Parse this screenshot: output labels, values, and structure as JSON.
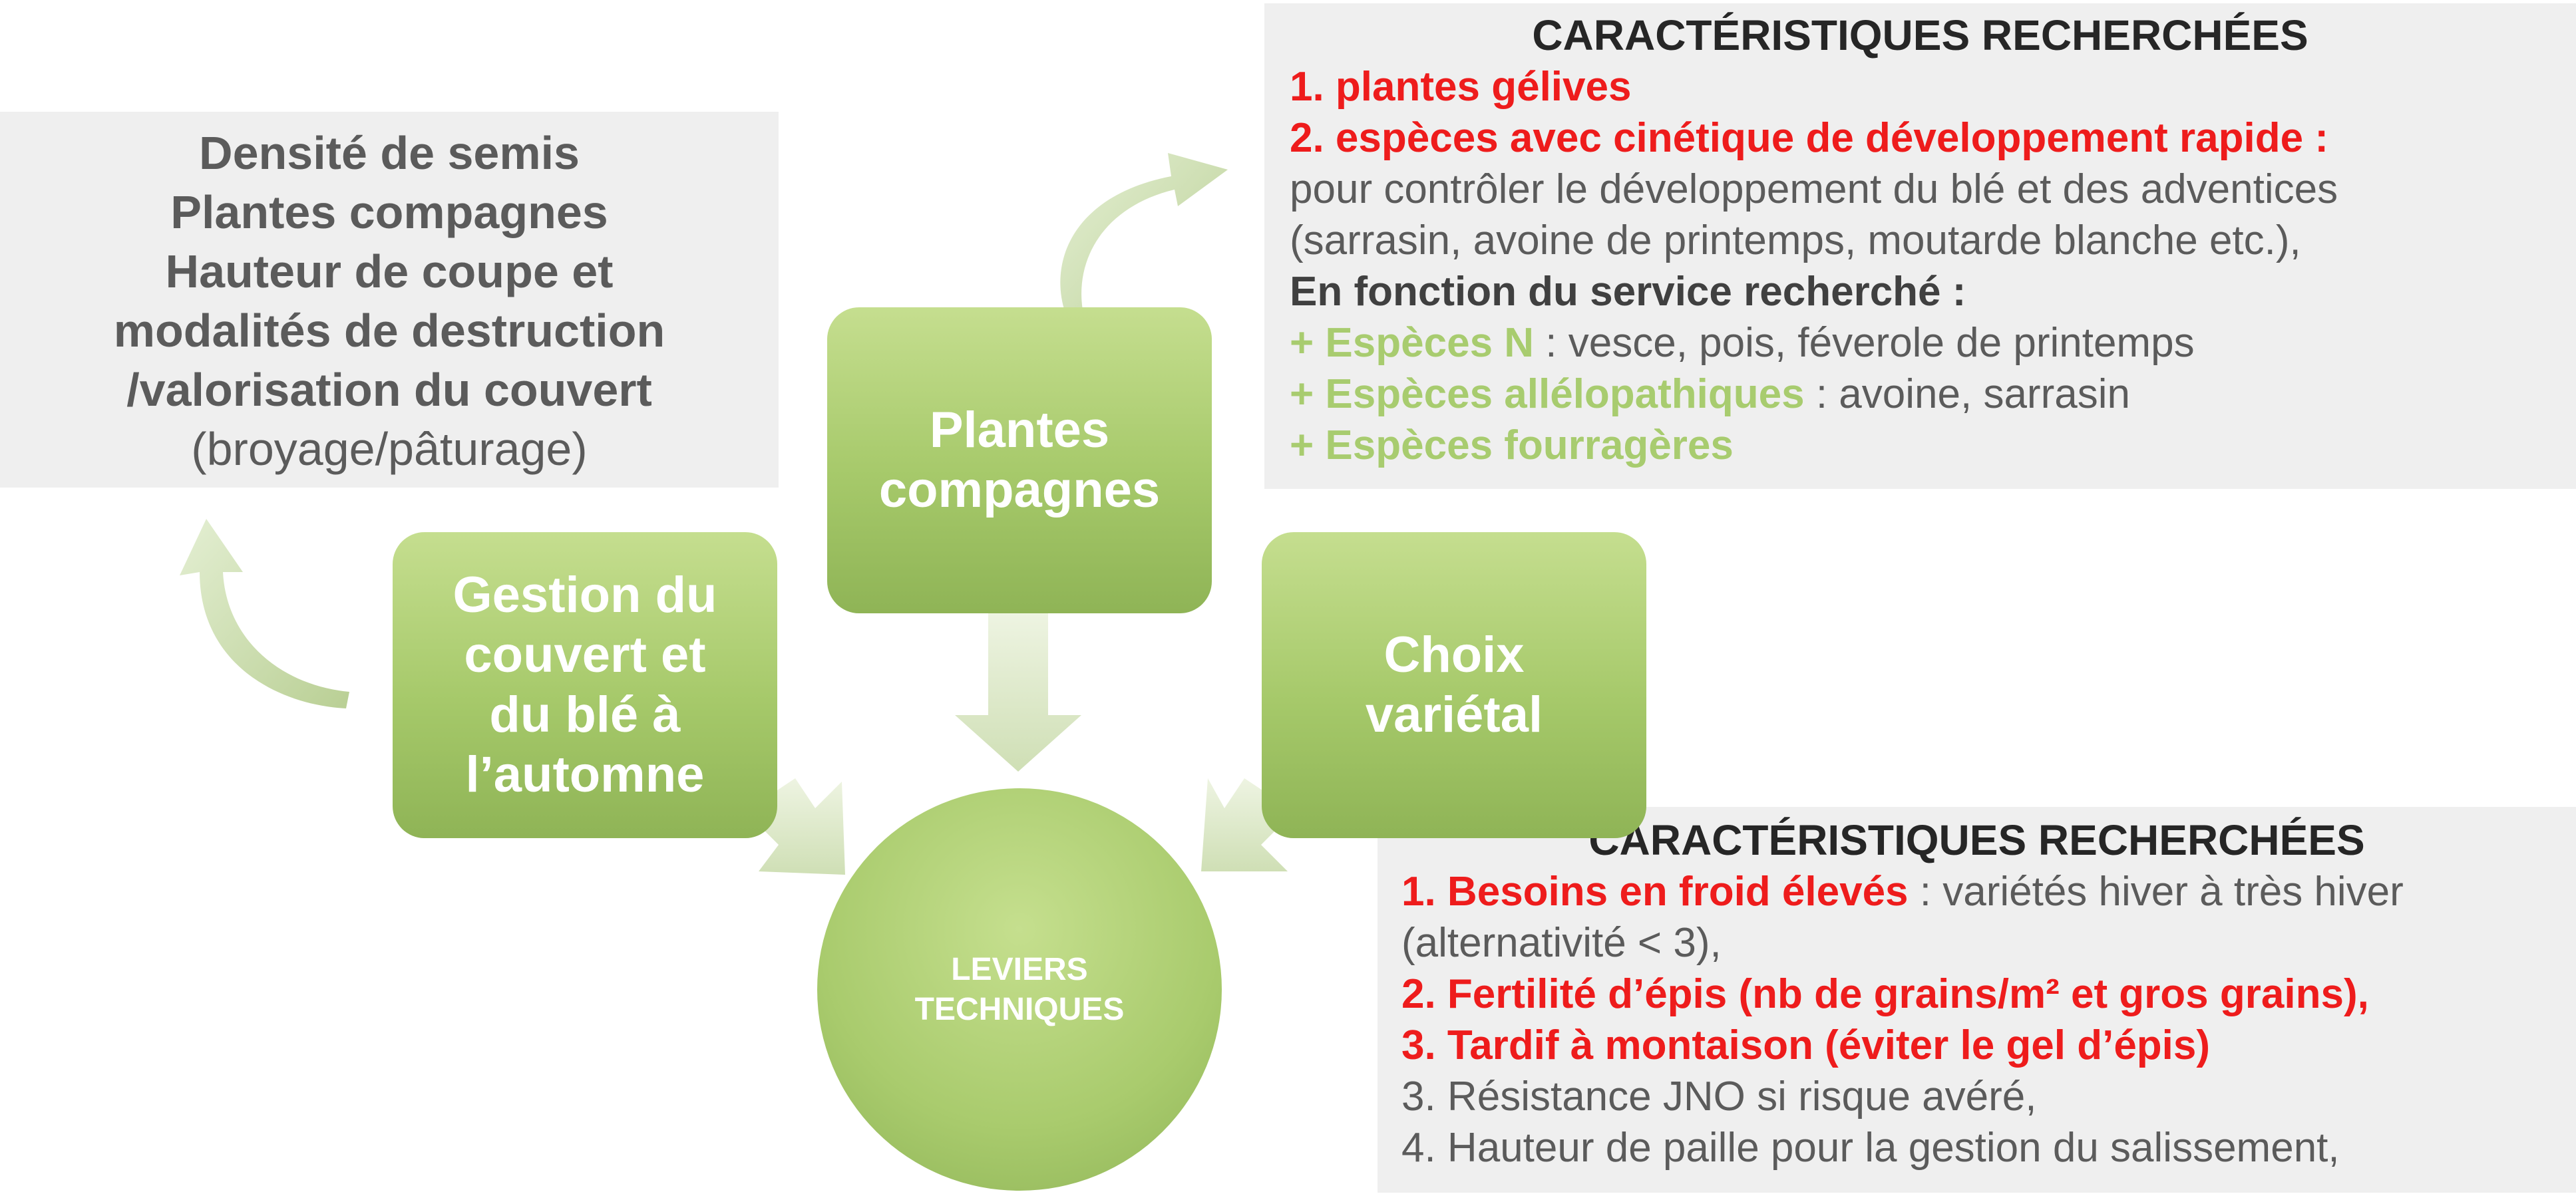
{
  "left_panel": {
    "bold_lines": [
      "Densité de semis",
      "Plantes compagnes",
      "Hauteur de coupe et",
      "modalités de destruction",
      "/valorisation du couvert"
    ],
    "normal_line": "(broyage/pâturage)"
  },
  "box_gestion": {
    "lines": [
      "Gestion du",
      "couvert et",
      "du blé à",
      "l’automne"
    ]
  },
  "box_plantes": {
    "lines": [
      "Plantes",
      "compagnes"
    ]
  },
  "box_choix": {
    "lines": [
      "Choix",
      "variétal"
    ]
  },
  "center_circle": {
    "lines": [
      "LEVIERS",
      "TECHNIQUES"
    ]
  },
  "top_right_panel": {
    "title": "CARACTÉRISTIQUES RECHERCHÉES",
    "item1": "1. plantes gélives",
    "item2": "2. espèces avec cinétique de développement rapide :",
    "item2_desc1": "pour contrôler le développement du blé et des adventices",
    "item2_desc2": "(sarrasin, avoine de printemps, moutarde blanche etc.),",
    "service_heading": "En fonction du service recherché :",
    "service_n_label": "+ Espèces N",
    "service_n_desc": " : vesce, pois, féverole de printemps",
    "service_allelo_label": "+ Espèces allélopathiques",
    "service_allelo_desc": " : avoine, sarrasin",
    "service_fourrage_label": "+ Espèces fourragères"
  },
  "bottom_right_panel": {
    "title": "CARACTÉRISTIQUES RECHERCHÉES",
    "item1_label": "1. Besoins en froid élevés",
    "item1_desc": " : variétés hiver à très hiver",
    "item1_desc2": "(alternativité < 3),",
    "item2": "2. Fertilité d’épis (nb de grains/m² et gros grains),",
    "item3": "3. Tardif à montaison (éviter le gel d’épis)",
    "item4": "3. Résistance JNO si risque avéré,",
    "item5": "4. Hauteur de paille pour la gestion du salissement,"
  }
}
